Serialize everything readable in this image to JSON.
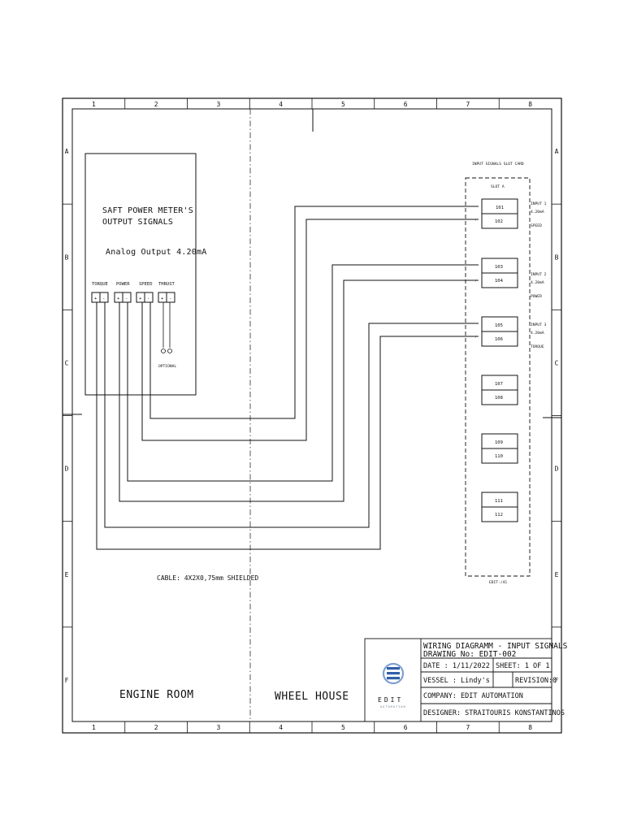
{
  "frame": {
    "zone_numbers": [
      "1",
      "2",
      "3",
      "4",
      "5",
      "6",
      "7",
      "8"
    ],
    "zone_letters": [
      "A",
      "B",
      "C",
      "D",
      "E",
      "F"
    ]
  },
  "meter": {
    "title_line1": "SAFT POWER METER'S",
    "title_line2": "OUTPUT SIGNALS",
    "analog": "Analog Output 4.20mA",
    "terminals": [
      {
        "label": "TORQUE",
        "plus": "+",
        "minus": "-"
      },
      {
        "label": "POWER",
        "plus": "+",
        "minus": "-"
      },
      {
        "label": "SPEED",
        "plus": "+",
        "minus": "-"
      },
      {
        "label": "THRUST",
        "plus": "+",
        "minus": "-"
      }
    ],
    "optional": "OPTIONAL"
  },
  "card": {
    "header": "INPUT SIGNALS SLOT CARD",
    "slot": "SLOT A",
    "footer": "EDIT-/41",
    "inputs": [
      {
        "line1": "INPUT 1",
        "line2": "4.20mA",
        "line3": "SPEED"
      },
      {
        "line1": "INPUT 2",
        "line2": "4.20mA",
        "line3": "POWER"
      },
      {
        "line1": "INPUT 3",
        "line2": "4.20mA",
        "line3": "TORQUE"
      }
    ],
    "terminals": [
      "101",
      "102",
      "103",
      "104",
      "105",
      "106",
      "107",
      "108",
      "109",
      "110",
      "111",
      "112"
    ],
    "pin_signs": [
      "-",
      "+",
      "-",
      "+",
      "-",
      "+"
    ]
  },
  "cable": "CABLE: 4X2X0,75mm SHIELDED",
  "rooms": {
    "engine": "ENGINE ROOM",
    "wheel": "WHEEL HOUSE"
  },
  "title_block": {
    "title_line1": "WIRING DIAGRAMM - INPUT SIGNALS",
    "title_line2": "DRAWING No: EDIT-002",
    "date": "DATE   : 1/11/2022",
    "sheet": "SHEET: 1 OF 1",
    "vessel": "VESSEL : Lindy's",
    "revision": "REVISION:0",
    "company": "COMPANY: EDIT AUTOMATION",
    "designer": "DESIGNER: STRAITOURIS KONSTANTINOS"
  },
  "logo": {
    "name": "EDIT",
    "tagline": "AUTOMATION",
    "icon": "edit-logo-icon"
  },
  "colors": {
    "line": "#111111",
    "logo_blue": "#2f5fa8",
    "logo_light": "#7f9fcf"
  }
}
